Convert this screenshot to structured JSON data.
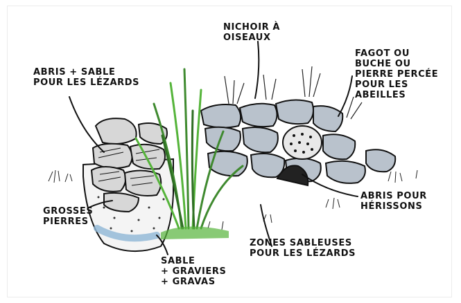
{
  "labels": {
    "nichoir": [
      "NICHOIR À",
      "OISEAUX"
    ],
    "abris_sable": [
      "ABRIS + SABLE",
      "POUR LES LÉZARDS"
    ],
    "fagot": [
      "FAGOT OU",
      "BUCHE OU",
      "PIERRE PERCÉE",
      "POUR LES",
      "ABEILLES"
    ],
    "herissons": [
      "ABRIS POUR",
      "HÉRISSONS"
    ],
    "grosses_pierres": [
      "GROSSES",
      "PIERRES"
    ],
    "zones_sableuses": [
      "ZONES SABLEUSES",
      "POUR LES LÉZARDS"
    ],
    "sable_graviers": [
      "SABLE",
      "+ GRAVIERS",
      "+ GRAVAS"
    ]
  },
  "colors": {
    "stone": "#b9c2cc",
    "stone_dark": "#9aa4ae",
    "grass": "#3f8a2f",
    "grass_bright": "#55b43a",
    "gravel_blue": "#8fb6d6",
    "ink": "#111111"
  }
}
